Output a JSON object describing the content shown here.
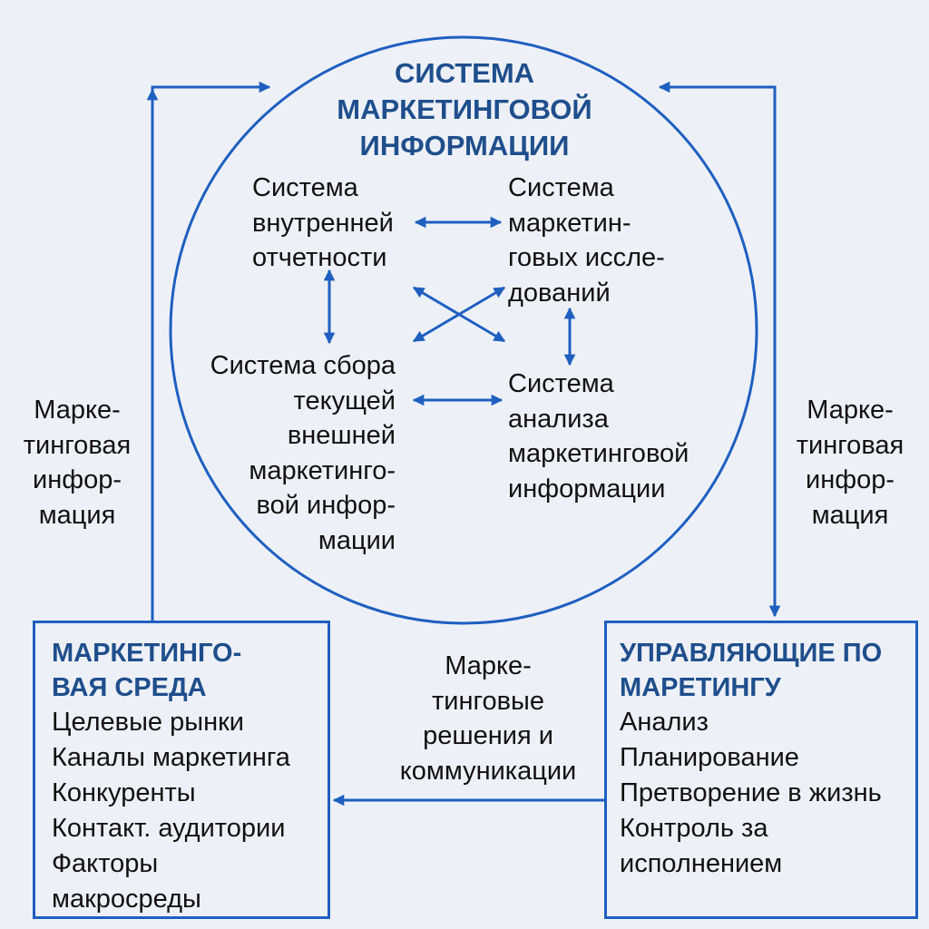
{
  "mis": {
    "title": [
      "СИСТЕМА",
      "МАРКЕТИНГОВОЙ",
      "ИНФОРМАЦИИ"
    ],
    "internal": [
      "Система",
      "внутренней",
      "отчетности"
    ],
    "research": [
      "Система",
      "маркетин-",
      "говых иссле-",
      "дований"
    ],
    "intelligence": [
      "Система сбора",
      "текущей",
      "внешней",
      "маркетинго-",
      "вой инфор-",
      "мации"
    ],
    "analysis": [
      "Система",
      "анализа",
      "маркетинговой",
      "информации"
    ]
  },
  "left_label": [
    "Марке-",
    "тинговая",
    "инфор-",
    "мация"
  ],
  "right_label": [
    "Марке-",
    "тинговая",
    "инфор-",
    "мация"
  ],
  "bottom_label": [
    "Марке-",
    "тинговые",
    "решения и",
    "коммуникации"
  ],
  "environment": {
    "title": [
      "МАРКЕТИНГО-",
      "ВАЯ СРЕДА"
    ],
    "items": [
      "Целевые рынки",
      "Каналы маркетинга",
      "Конкуренты",
      "Контакт. аудитории",
      "Факторы",
      "макросреды"
    ]
  },
  "managers": {
    "title": [
      "УПРАВЛЯЮЩИЕ ПО",
      "МАРЕТИНГУ"
    ],
    "items": [
      "Анализ",
      "Планирование",
      "Претворение в жизнь",
      "Контроль за",
      "исполнением"
    ]
  },
  "colors": {
    "line": "#1f5fc0",
    "title": "#1f4e8c",
    "background": "#edf1f7"
  }
}
